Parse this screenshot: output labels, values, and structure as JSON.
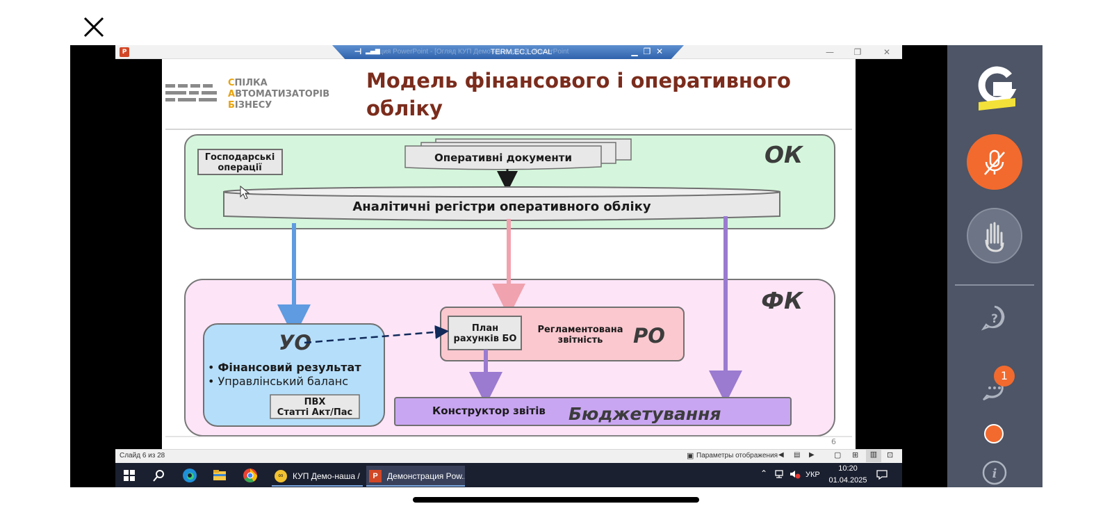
{
  "overlay": {
    "close_label": "close"
  },
  "remote_session": {
    "title": "TERM.EC.LOCAL",
    "faded_title": "ация PowerPoint - [Огляд КУП Демо-наша.pptx] - PowerPoint"
  },
  "slide": {
    "logo_lines": [
      {
        "letter": "С",
        "rest": "ПІЛКА"
      },
      {
        "letter": "А",
        "rest": "ВТОМАТИЗАТОРІВ"
      },
      {
        "letter": "Б",
        "rest": "ІЗНЕСУ"
      }
    ],
    "title_line1": "Модель фінансового і оперативного",
    "title_line2": "обліку",
    "ok_label": "ОК",
    "fk_label": "ФК",
    "gosp_line1": "Господарські",
    "gosp_line2": "операції",
    "oper_docs": "Оперативні документи",
    "registers": "Аналітичні регістри оперативного обліку",
    "uo_label": "УО",
    "uo_bullet1": "Фінансовий результат",
    "uo_bullet2": "Управлінський баланс",
    "pvh_line1": "ПВХ",
    "pvh_line2": "Статті Акт/Пас",
    "plan_line1": "План",
    "plan_line2": "рахунків БО",
    "reg_line1": "Регламентована",
    "reg_line2": "звітність",
    "ro_label": "РО",
    "constructor": "Конструктор звітів",
    "budget": "Бюджетування",
    "page_number": "6"
  },
  "status_bar": {
    "slide_info": "Слайд 6 из 28",
    "display_params": "Параметры отображения"
  },
  "taskbar": {
    "apps": [
      {
        "label": "КУП Демо-наша / ...",
        "icon": "loop-app-icon"
      },
      {
        "label": "Демонстрация Pow...",
        "icon": "powerpoint-icon"
      }
    ],
    "lang": "УКР",
    "time": "10:20",
    "date": "01.04.2025"
  },
  "side_panel": {
    "chat_badge": "1"
  },
  "colors": {
    "title": "#7b2c1c",
    "ok_bg": "#d5f6dc",
    "fk_bg": "#fde4f7",
    "uo_bg": "#b5defa",
    "ro_bg": "#fbc8cf",
    "budget_bg": "#c9a6f2",
    "arrow_blue": "#5e9be0",
    "arrow_pink": "#f0a2ae",
    "arrow_purple": "#9a7bd0",
    "mic_orange": "#f26a2e"
  }
}
